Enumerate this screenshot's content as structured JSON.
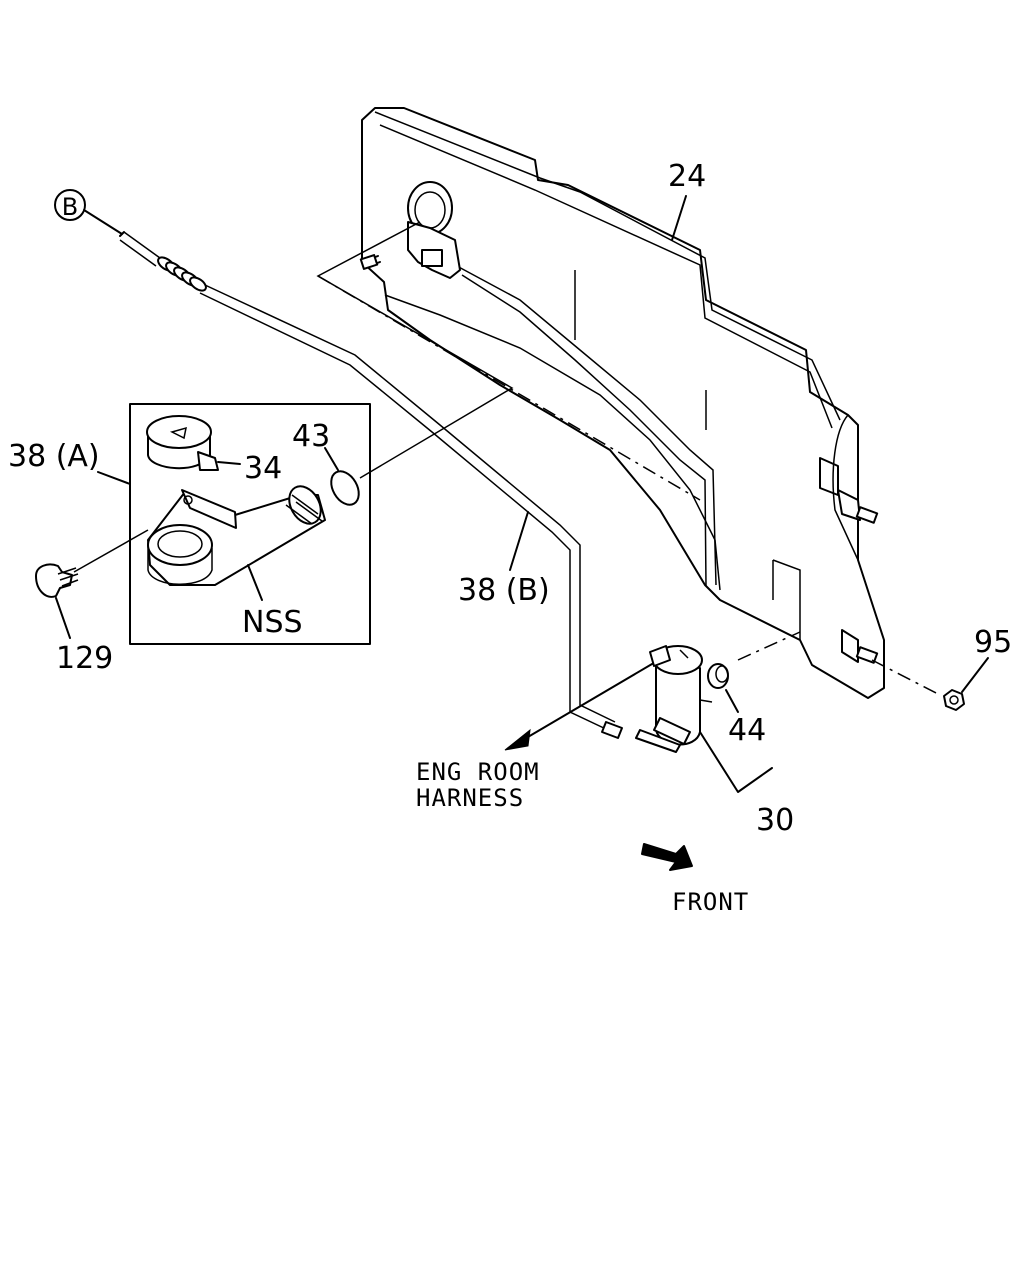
{
  "labels": {
    "tank": "24",
    "ref_b": "B",
    "filler_assy": "38 (A)",
    "cap": "34",
    "oring": "43",
    "hose": "38 (B)",
    "nss": "NSS",
    "clip": "129",
    "nut": "95",
    "grommet": "44",
    "motor": "30",
    "harness_line1": "ENG ROOM",
    "harness_line2": "HARNESS",
    "front": "FRONT"
  },
  "icons": {
    "front_arrow": "front-arrow-icon",
    "ref_b": "circled-b-icon"
  }
}
